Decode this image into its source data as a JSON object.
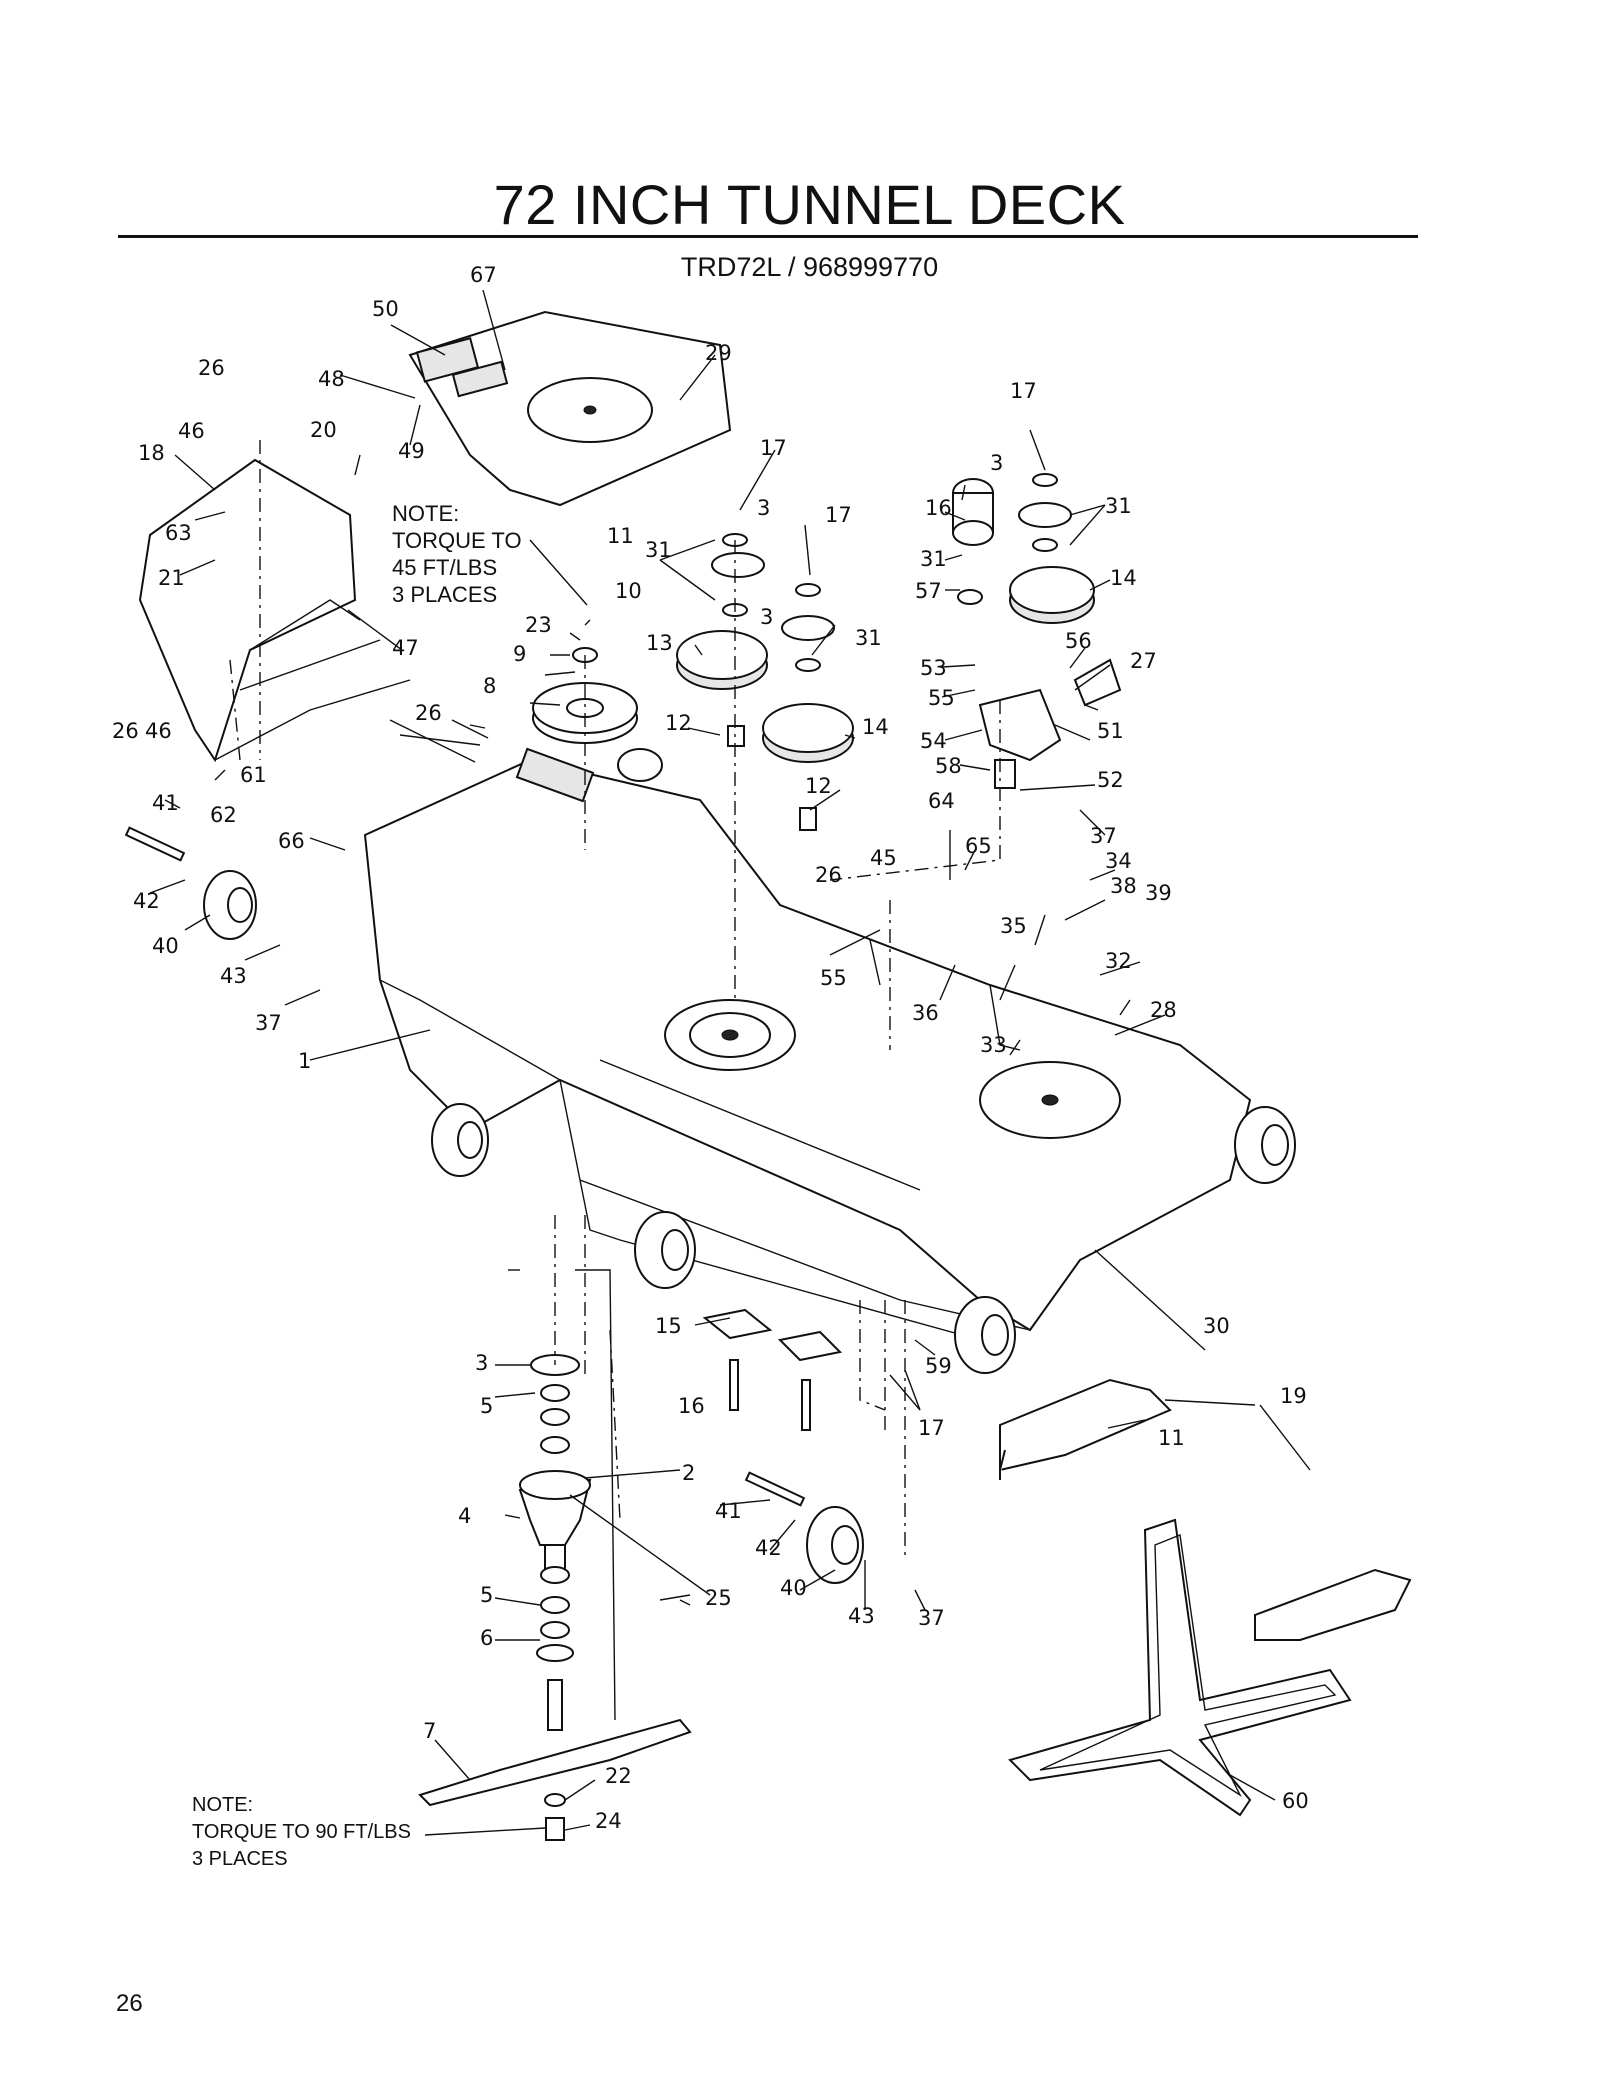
{
  "header": {
    "title": "72 INCH TUNNEL DECK",
    "subtitle": "TRD72L / 968999770"
  },
  "notes": {
    "top": [
      "NOTE:",
      "TORQUE TO",
      "45 FT/LBS",
      "3 PLACES"
    ],
    "bottom": [
      "NOTE:",
      "TORQUE TO 90 FT/LBS",
      "3 PLACES"
    ]
  },
  "callouts": [
    "67",
    "50",
    "29",
    "26",
    "48",
    "46",
    "20",
    "18",
    "49",
    "63",
    "21",
    "17",
    "3",
    "31",
    "11",
    "10",
    "23",
    "9",
    "8",
    "13",
    "12",
    "14",
    "16",
    "57",
    "53",
    "55",
    "54",
    "58",
    "56",
    "27",
    "51",
    "52",
    "47",
    "26",
    "46",
    "61",
    "62",
    "41",
    "66",
    "42",
    "40",
    "43",
    "37",
    "1",
    "64",
    "45",
    "65",
    "37",
    "34",
    "38",
    "39",
    "35",
    "32",
    "36",
    "33",
    "28",
    "30",
    "15",
    "59",
    "19",
    "2",
    "4",
    "5",
    "6",
    "7",
    "22",
    "24",
    "25",
    "60"
  ],
  "footer": {
    "page_number": "26"
  }
}
